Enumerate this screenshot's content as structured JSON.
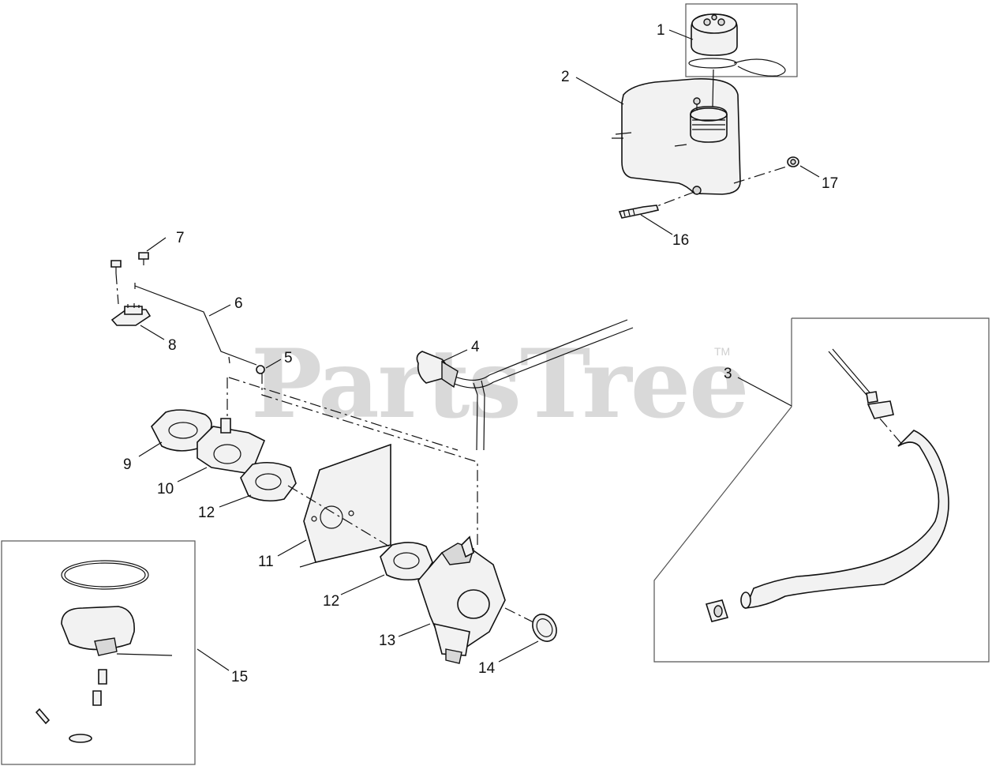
{
  "watermark": {
    "text": "PartsTree",
    "trademark": "TM"
  },
  "callouts": {
    "c1": "1",
    "c2": "2",
    "c3": "3",
    "c4": "4",
    "c5": "5",
    "c6": "6",
    "c7": "7",
    "c8": "8",
    "c9": "9",
    "c10": "10",
    "c11": "11",
    "c12a": "12",
    "c12b": "12",
    "c13": "13",
    "c14": "14",
    "c15": "15",
    "c16": "16",
    "c17": "17"
  }
}
